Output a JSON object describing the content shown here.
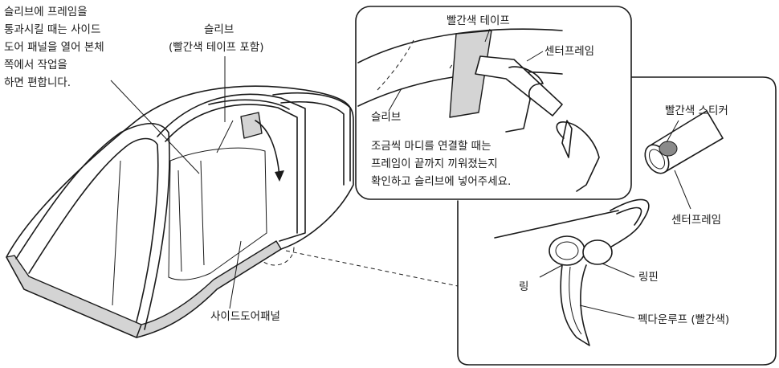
{
  "labels": {
    "sleeve_note": [
      "슬리브에 프레임을",
      "통과시킬 때는 사이드",
      "도어 패널을 열어 본체",
      "쪽에서 작업을",
      "하면 편합니다."
    ],
    "sleeve_red_tape": [
      "슬리브",
      "(빨간색 테이프 포함)"
    ],
    "side_door_panel": "사이드도어패널",
    "inset_top": {
      "red_tape": "빨간색 테이프",
      "center_frame": "센터프레임",
      "sleeve": "슬리브",
      "instruction": [
        "조금씩 마디를 연결할 때는",
        "프레임이 끝까지 끼워졌는지",
        "확인하고 슬리브에 넣어주세요."
      ]
    },
    "inset_bottom": {
      "red_sticker": "빨간색 스티커",
      "center_frame": "센터프레임",
      "ring": "링",
      "ring_pin": "링핀",
      "peg_loop": "펙다운루프 (빨간색)"
    }
  },
  "colors": {
    "line": "#1a1a1a",
    "fill_gray": "#d4d4d4",
    "sticker": "#8a8a8a",
    "bg": "#ffffff"
  }
}
